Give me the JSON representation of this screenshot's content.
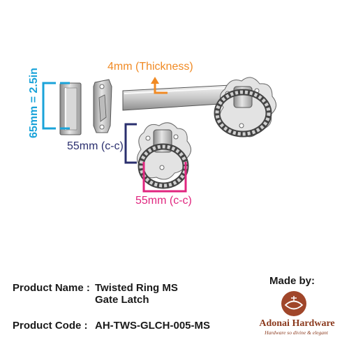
{
  "dimensions": {
    "thickness_label": "4mm (Thickness)",
    "height_label": "65mm = 2.5in",
    "width_cc_label": "55mm (c-c)",
    "ring_cc_label": "55mm (c-c)"
  },
  "product": {
    "name_label": "Product Name :",
    "name_value_line1": "Twisted Ring MS",
    "name_value_line2": "Gate Latch",
    "code_label": "Product Code :",
    "code_value": "AH-TWS-GLCH-005-MS"
  },
  "brand": {
    "made_by": "Made by:",
    "name": "Adonai Hardware",
    "tagline": "Hardware so divine & elegant"
  },
  "colors": {
    "orange": "#f08a24",
    "cyan": "#1aa3d9",
    "navy": "#2a2f6e",
    "magenta": "#e0267f",
    "brand": "#8b3a1e"
  }
}
